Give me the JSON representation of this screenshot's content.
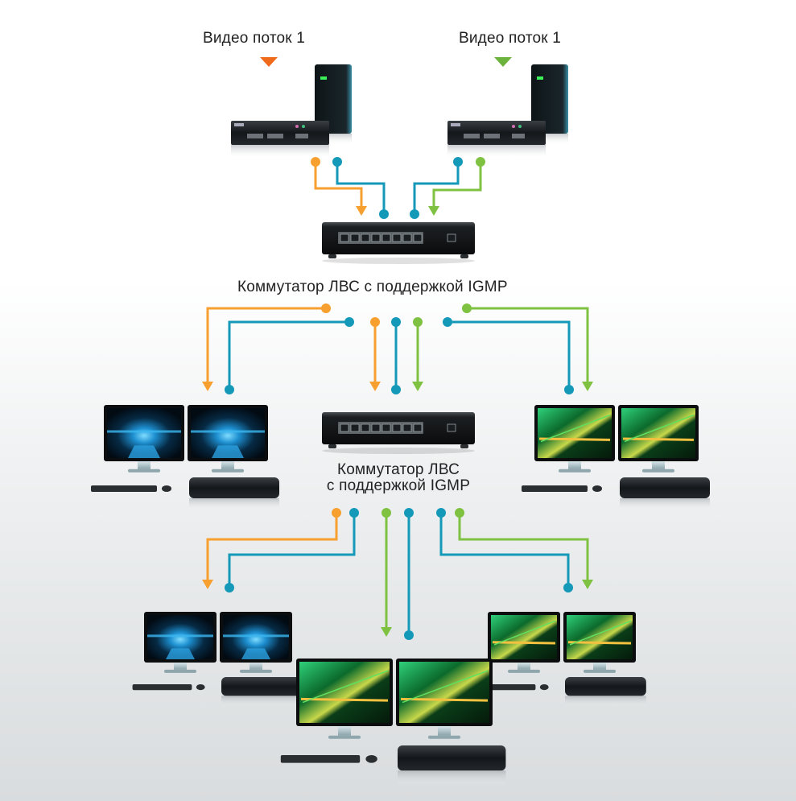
{
  "labels": {
    "stream_left": "Видео поток 1",
    "stream_right": "Видео поток 1",
    "switch_top": "Коммутатор ЛВС с поддержкой IGMP",
    "switch_mid_line1": "Коммутатор ЛВС",
    "switch_mid_line2": "с поддержкой IGMP"
  },
  "colors": {
    "orange": "#f7a030",
    "blue": "#1499b8",
    "green": "#7fc241",
    "stream_marker_left": "#ef6a1a",
    "stream_marker_right": "#6cb33e"
  },
  "nodes": {
    "sources": [
      {
        "name": "transmitter-left",
        "stream_color": "orange"
      },
      {
        "name": "transmitter-right",
        "stream_color": "green"
      }
    ],
    "switches": [
      {
        "name": "igmp-switch-top",
        "label_key": "switch_top"
      },
      {
        "name": "igmp-switch-middle",
        "label_key": "switch_mid"
      }
    ],
    "receivers": [
      {
        "name": "receiver-mid-left",
        "screen": "blue"
      },
      {
        "name": "receiver-mid-right",
        "screen": "green"
      },
      {
        "name": "receiver-bottom-left",
        "screen": "blue"
      },
      {
        "name": "receiver-bottom-center",
        "screen": "green"
      },
      {
        "name": "receiver-bottom-right",
        "screen": "green"
      }
    ]
  }
}
